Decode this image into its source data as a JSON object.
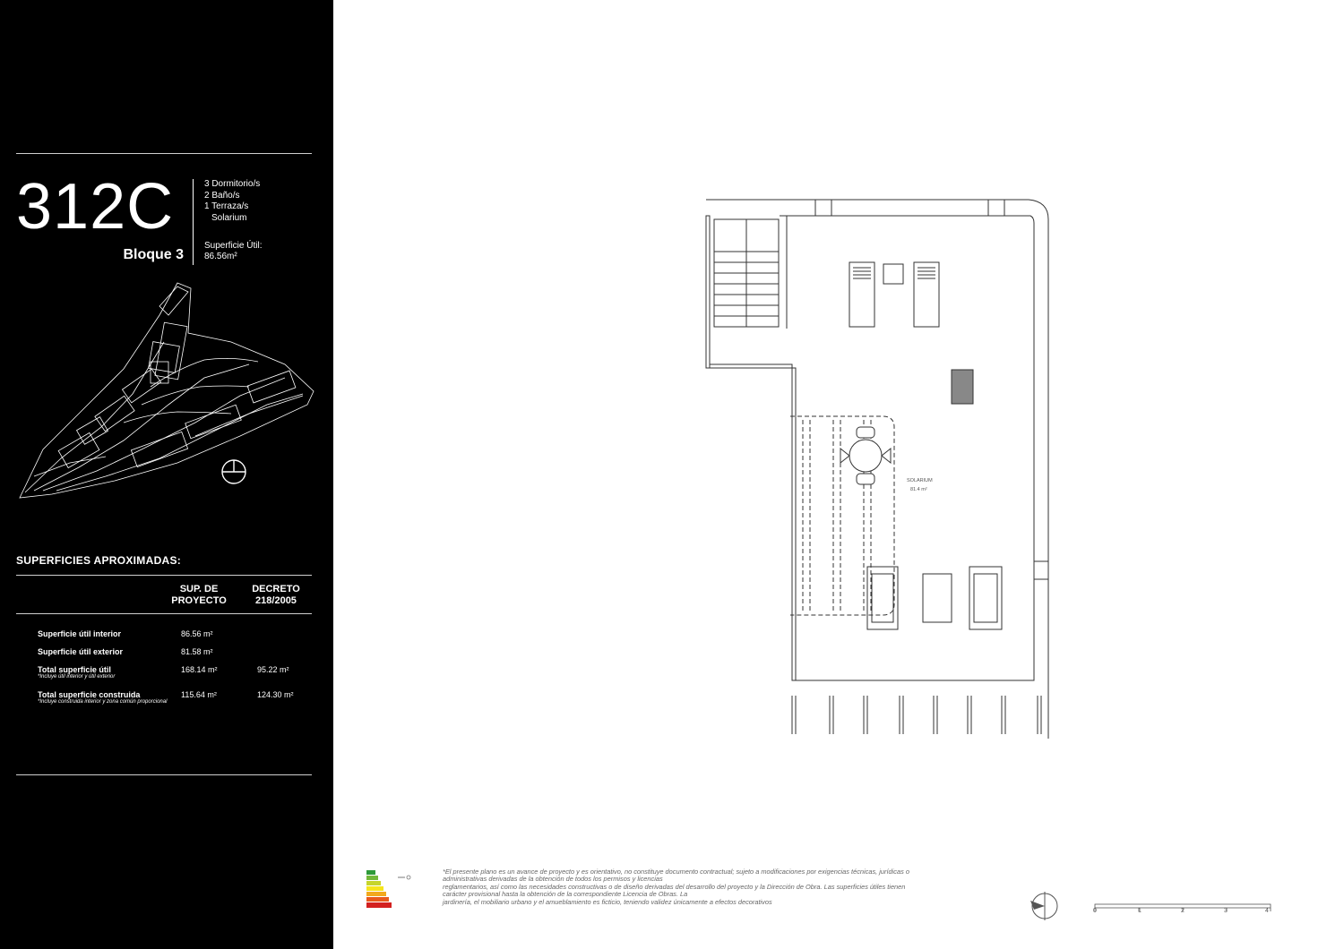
{
  "unit": {
    "code": "312C",
    "bloque": "Bloque 3",
    "features": [
      "3 Dormitorio/s",
      "2 Baño/s",
      "1 Terraza/s",
      "Solarium"
    ],
    "superficie_util_label": "Superficie Útil:",
    "superficie_util_value": "86.56m²"
  },
  "surfaces": {
    "title": "SUPERFICIES APROXIMADAS:",
    "col1": [
      "SUP. DE",
      "PROYECTO"
    ],
    "col2": [
      "DECRETO",
      "218/2005"
    ],
    "rows": [
      {
        "label": "Superficie útil interior",
        "v1": "86.56 m²",
        "v2": "",
        "note": ""
      },
      {
        "label": "Superficie útil exterior",
        "v1": "81.58 m²",
        "v2": "",
        "note": ""
      },
      {
        "label": "Total superficie útil",
        "v1": "168.14 m²",
        "v2": "95.22 m²",
        "note": "*Incluye útil interior y útil exterior"
      },
      {
        "label": "Total superficie construida",
        "v1": "115.64 m²",
        "v2": "124.30 m²",
        "note": "*Incluye construida interior y zona común proporcional"
      }
    ]
  },
  "plan": {
    "room_name": "SOLARIUM",
    "room_area": "81.4 m²"
  },
  "disclaimer": [
    "*El presente plano es un avance de proyecto y es orientativo, no constituye documento contractual; sujeto a modificaciones por exigencias técnicas, jurídicas o",
    "administrativas derivadas de la obtención de todos los permisos y licencias",
    "reglamentarios, así como las necesidades constructivas o de diseño derivadas del desarrollo del proyecto y la Dirección de Obra. Las superficies útiles tienen",
    "carácter provisional hasta la obtención de la correspondiente Licencia de Obras. La",
    "jardinería, el mobiliario urbano y el amueblamiento es ficticio, teniendo validez únicamente a efectos decorativos"
  ],
  "scale": [
    "0",
    "1",
    "2",
    "3",
    "4"
  ],
  "colors": {
    "sidebar": "#000000",
    "text": "#ffffff",
    "line": "#333333"
  }
}
